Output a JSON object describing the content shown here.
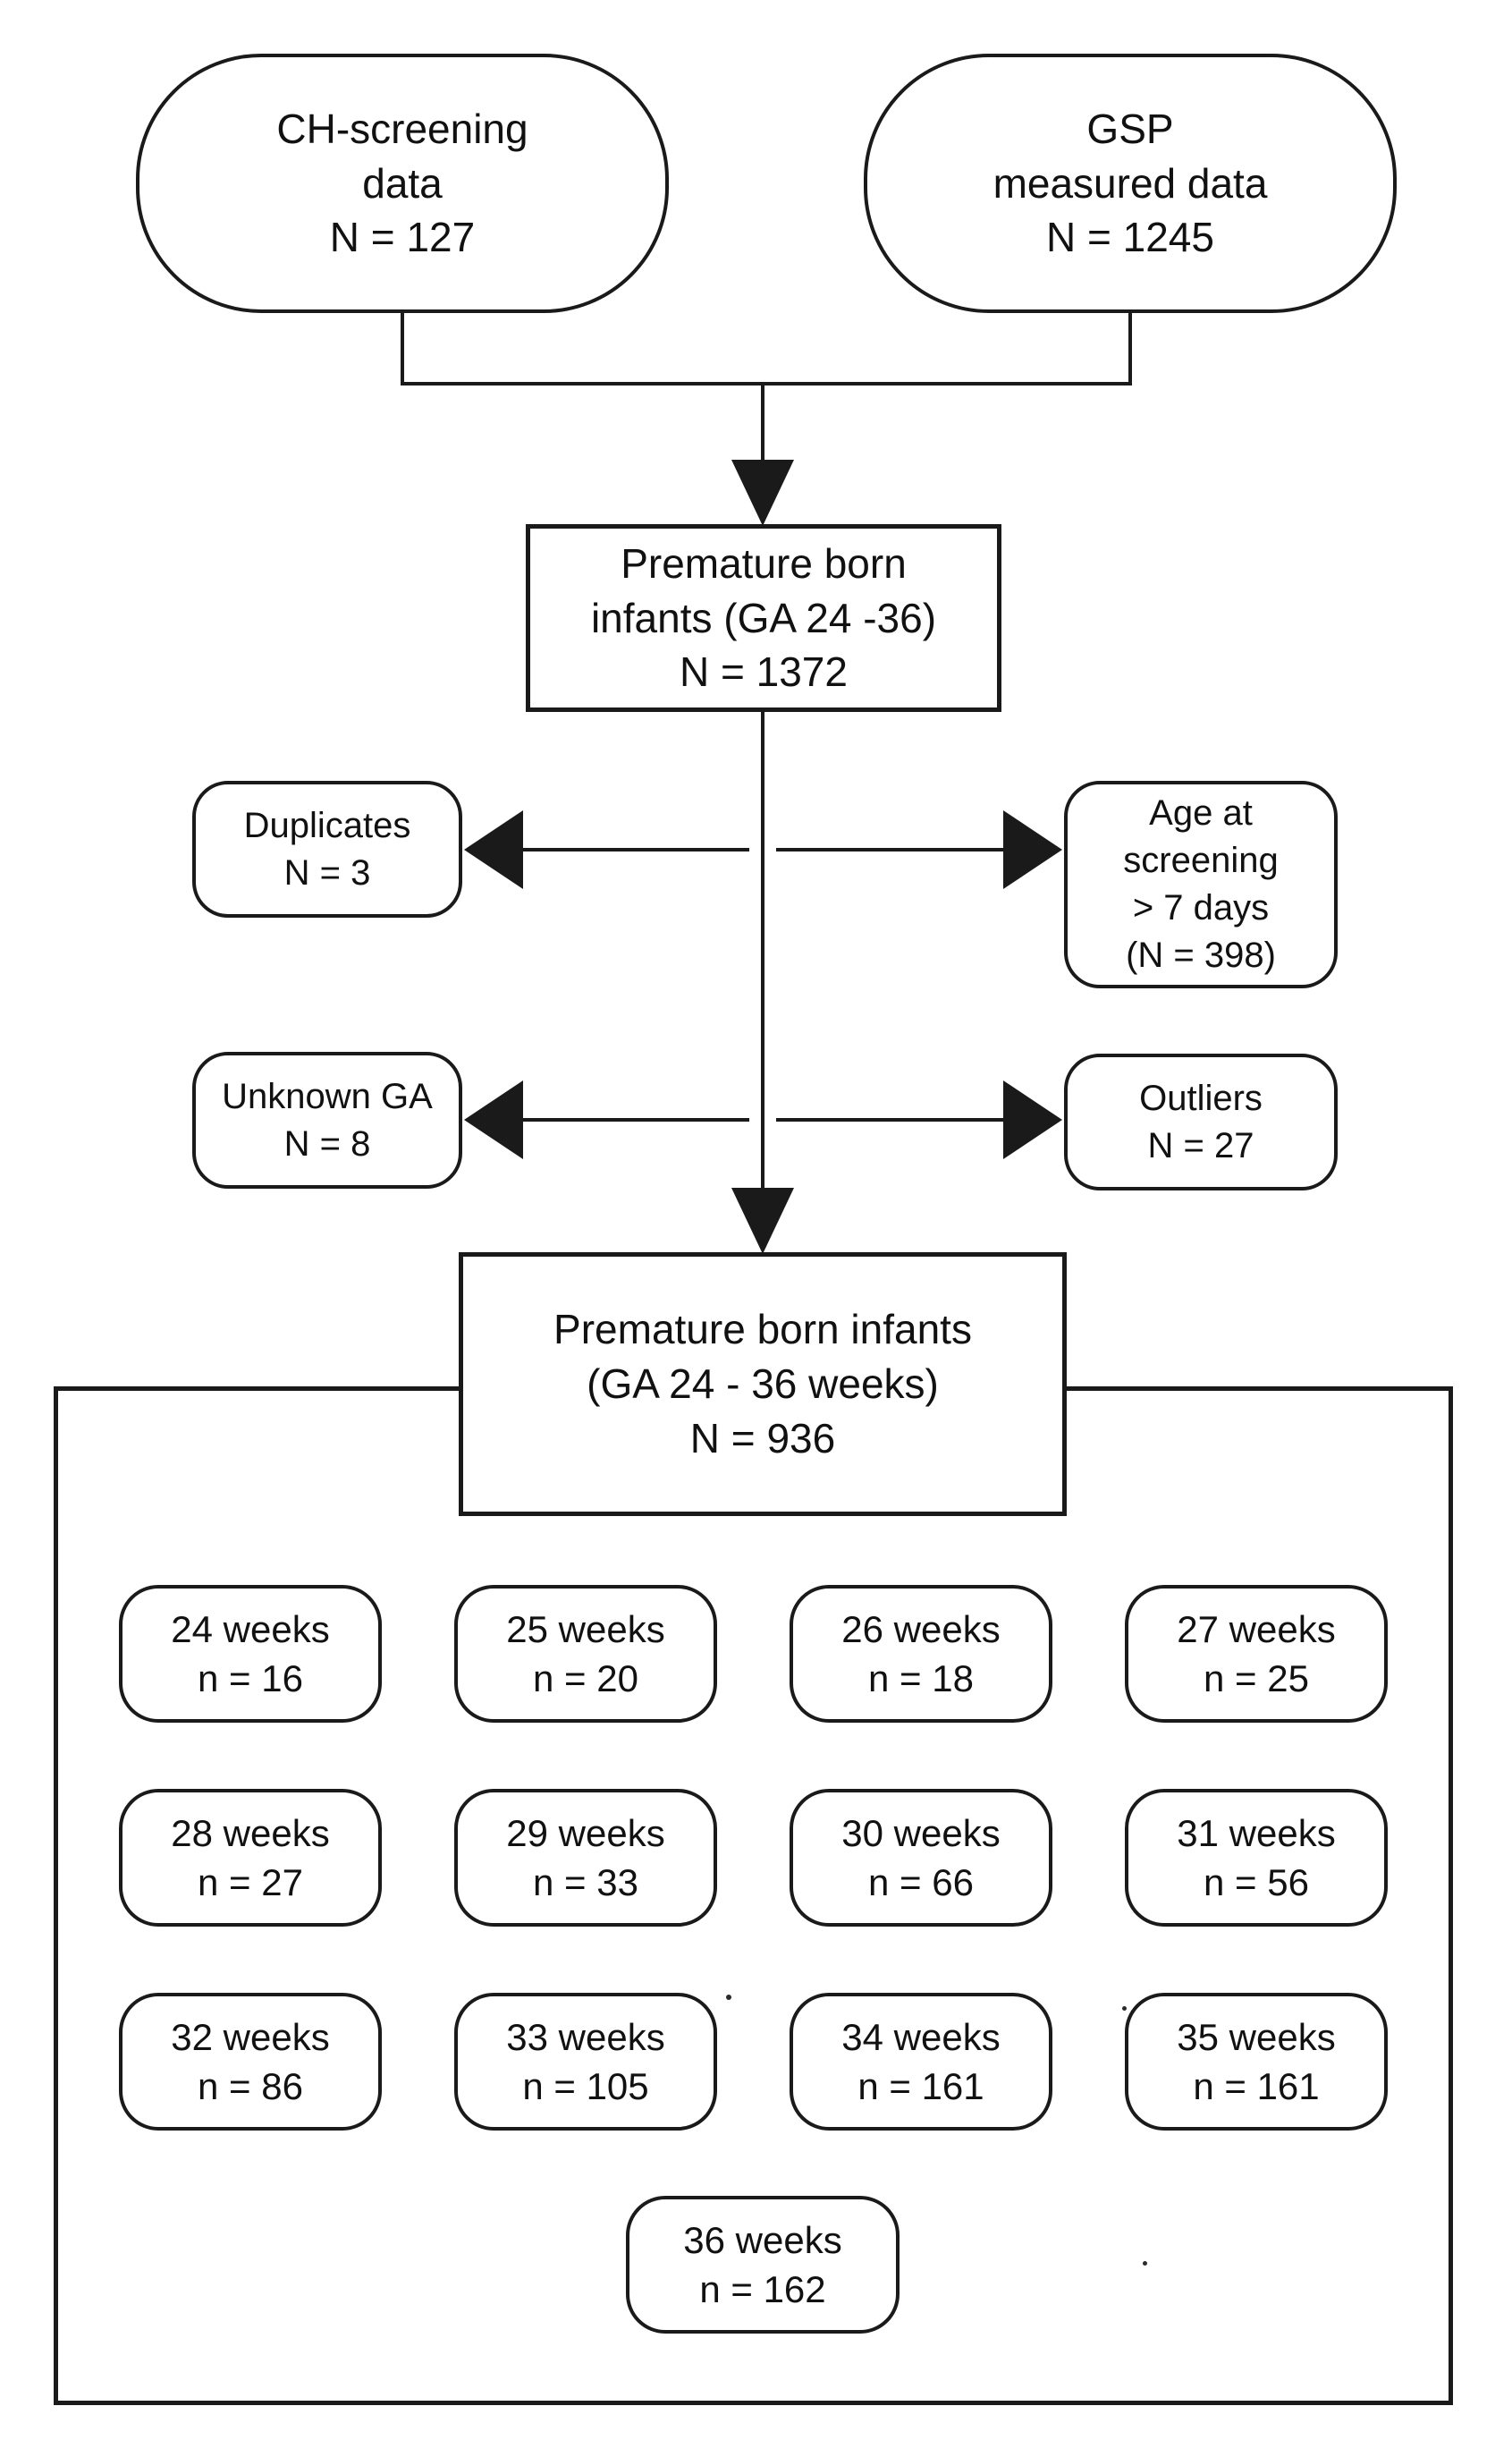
{
  "diagram": {
    "kind": "study-population flowchart",
    "nodes": {
      "source_left": {
        "id": "ch-screening-data",
        "text": "CH-screening\ndata\nN = 127"
      },
      "source_right": {
        "id": "gsp-measured-data",
        "text": "GSP\nmeasured data\nN = 1245"
      },
      "combined": {
        "id": "premature-born-infants-1372",
        "text": "Premature born\ninfants (GA 24 -36)\nN = 1372"
      },
      "exclusions": [
        {
          "id": "duplicates",
          "text": "Duplicates\nN = 3"
        },
        {
          "id": "age-at-screening",
          "text": "Age at\nscreening\n> 7 days\n(N = 398)"
        },
        {
          "id": "unknown-ga",
          "text": "Unknown GA\nN = 8"
        },
        {
          "id": "outliers",
          "text": "Outliers\nN = 27"
        }
      ],
      "final": {
        "id": "premature-born-infants-936",
        "text": "Premature born infants\n(GA 24 - 36 weeks)\nN = 936"
      },
      "week_groups": [
        {
          "week": 24,
          "n": 16,
          "text": "24 weeks\nn = 16"
        },
        {
          "week": 25,
          "n": 20,
          "text": "25 weeks\nn = 20"
        },
        {
          "week": 26,
          "n": 18,
          "text": "26 weeks\nn = 18"
        },
        {
          "week": 27,
          "n": 25,
          "text": "27 weeks\nn = 25"
        },
        {
          "week": 28,
          "n": 27,
          "text": "28 weeks\nn = 27"
        },
        {
          "week": 29,
          "n": 33,
          "text": "29 weeks\nn = 33"
        },
        {
          "week": 30,
          "n": 66,
          "text": "30 weeks\nn = 66"
        },
        {
          "week": 31,
          "n": 56,
          "text": "31 weeks\nn = 56"
        },
        {
          "week": 32,
          "n": 86,
          "text": "32 weeks\nn = 86"
        },
        {
          "week": 33,
          "n": 105,
          "text": "33 weeks\nn = 105"
        },
        {
          "week": 34,
          "n": 161,
          "text": "34 weeks\nn = 161"
        },
        {
          "week": 35,
          "n": 161,
          "text": "35 weeks\nn = 161"
        },
        {
          "week": 36,
          "n": 162,
          "text": "36 weeks\nn = 162"
        }
      ]
    },
    "edges": [
      {
        "from": "ch-screening-data",
        "to": "premature-born-infants-1372",
        "type": "merge"
      },
      {
        "from": "gsp-measured-data",
        "to": "premature-born-infants-1372",
        "type": "merge"
      },
      {
        "from": "premature-born-infants-1372",
        "to": "duplicates",
        "type": "exclusion"
      },
      {
        "from": "premature-born-infants-1372",
        "to": "age-at-screening",
        "type": "exclusion"
      },
      {
        "from": "premature-born-infants-1372",
        "to": "unknown-ga",
        "type": "exclusion"
      },
      {
        "from": "premature-born-infants-1372",
        "to": "outliers",
        "type": "exclusion"
      },
      {
        "from": "premature-born-infants-1372",
        "to": "premature-born-infants-936",
        "type": "flow"
      }
    ],
    "colors": {
      "line": "#1a1a1a",
      "text": "#111111",
      "background": "#ffffff"
    }
  }
}
